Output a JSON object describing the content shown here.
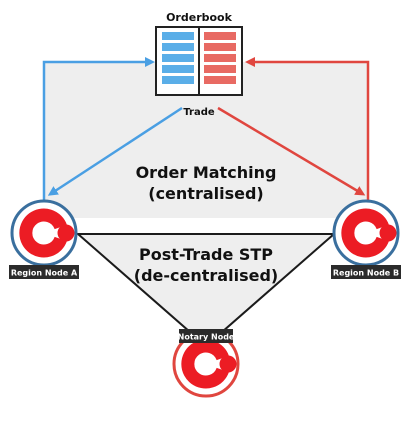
{
  "orderbook": {
    "title": "Orderbook",
    "trade_label": "Trade",
    "buy_color": "#5aaee8",
    "sell_color": "#e86a63"
  },
  "matching": {
    "line1": "Order Matching",
    "line2": "(centralised)"
  },
  "post_trade": {
    "line1": "Post-Trade STP",
    "line2": "(de-centralised)"
  },
  "nodes": {
    "a": {
      "label": "Region Node A",
      "ring_color": "#3a6f9e"
    },
    "b": {
      "label": "Region Node B",
      "ring_color": "#3a6f9e"
    },
    "notary": {
      "label": "Notary Node",
      "ring_color": "#e0463f"
    }
  },
  "colors": {
    "buy_arrow": "#4a9fe3",
    "sell_arrow": "#e0463f",
    "region_fill": "#eeeeee",
    "logo_red": "#ec1c24",
    "tag_bg": "#2b2b2b"
  }
}
